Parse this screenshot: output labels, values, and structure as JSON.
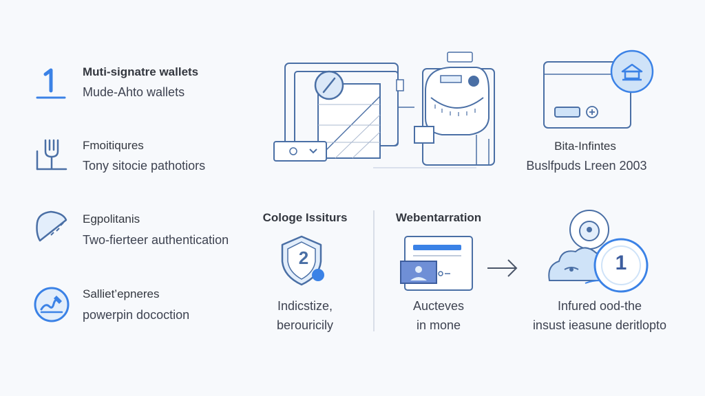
{
  "left_list": [
    {
      "title": "Muti-signatre wallets",
      "subtitle": "Mude-Ahto wallets",
      "icon": "number-one-icon"
    },
    {
      "title": "Fmoitiqures",
      "subtitle": "Tony sitocie pathotiors",
      "icon": "plug-icon"
    },
    {
      "title": "Egpolitanis",
      "subtitle": "Two-fierteer authentication",
      "icon": "shield-half-icon"
    },
    {
      "title": "Salliet’epneres",
      "subtitle": "powerpin docoction",
      "icon": "signature-badge-icon"
    }
  ],
  "top_right": {
    "title": "Bita-Infintes",
    "subtitle": "Buslfpuds Lreen 2003"
  },
  "middle": {
    "col1": {
      "title": "Cologe Issiturs",
      "badge_number": "2",
      "caption_line1": "Indicstize,",
      "caption_line2": "berouricily"
    },
    "col2": {
      "title": "Webentarration",
      "caption_line1": "Aucteves",
      "caption_line2": "in mone"
    },
    "col3": {
      "badge_number": "1",
      "caption_line1": "Infured ood-the",
      "caption_line2": "insust ieasune deritlopto"
    }
  },
  "colors": {
    "outline": "#4a6fa5",
    "accent": "#3b82e6",
    "accent_light": "#cfe3f8",
    "divider": "#d9dee8"
  }
}
